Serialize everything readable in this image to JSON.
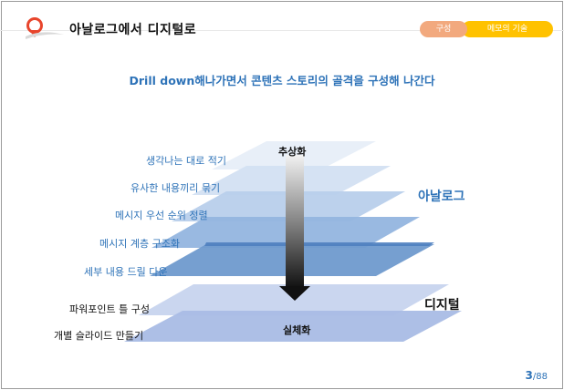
{
  "header": {
    "title": "아날로그에서 디지털로",
    "tag_primary": "구성",
    "tag_secondary": "메모의 기술"
  },
  "subtitle": "Drill down해나가면서 콘텐츠 스토리의 골격을 구성해 나간다",
  "diagram": {
    "top_center_label": "추상화",
    "bottom_center_label": "실체화",
    "analog_label": "아날로그",
    "digital_label": "디지털",
    "analog_steps": [
      "생각나는 대로 적기",
      "유사한 내용끼리 묶기",
      "메시지 우선 순위 정렬",
      "메시지 계층 구조화",
      "세부 내용 드릴 다운"
    ],
    "digital_steps": [
      "파워포인트 틀 구성",
      "개별 슬라이드 만들기"
    ]
  },
  "footer": {
    "page_current": "3",
    "page_total": "/88"
  }
}
